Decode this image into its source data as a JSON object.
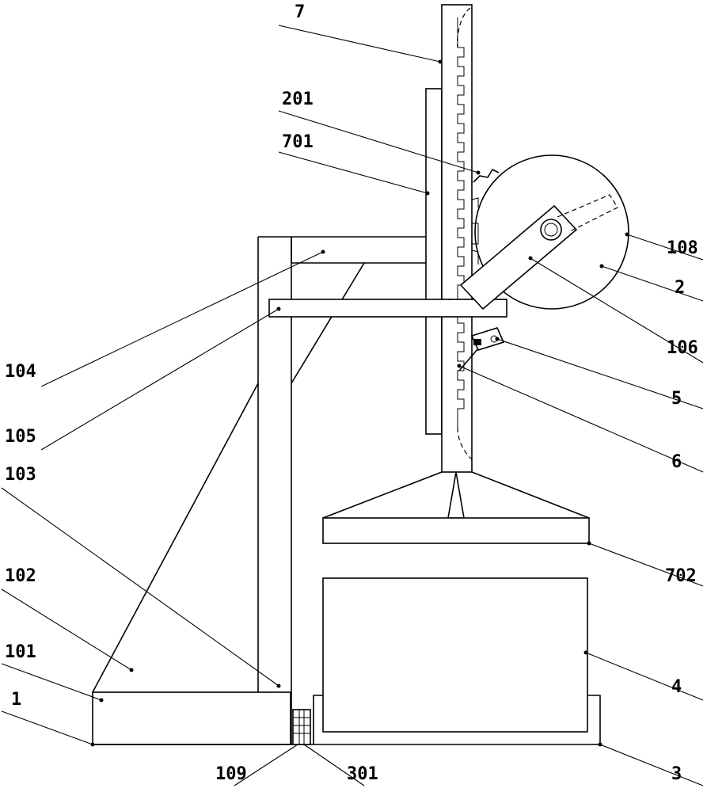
{
  "labels": {
    "l7": "7",
    "l201": "201",
    "l701": "701",
    "l104": "104",
    "l105": "105",
    "l103": "103",
    "l102": "102",
    "l101": "101",
    "l1": "1",
    "l109": "109",
    "l301": "301",
    "l3": "3",
    "l4": "4",
    "l702": "702",
    "l6": "6",
    "l5": "5",
    "l106": "106",
    "l2": "2",
    "l108": "108"
  }
}
